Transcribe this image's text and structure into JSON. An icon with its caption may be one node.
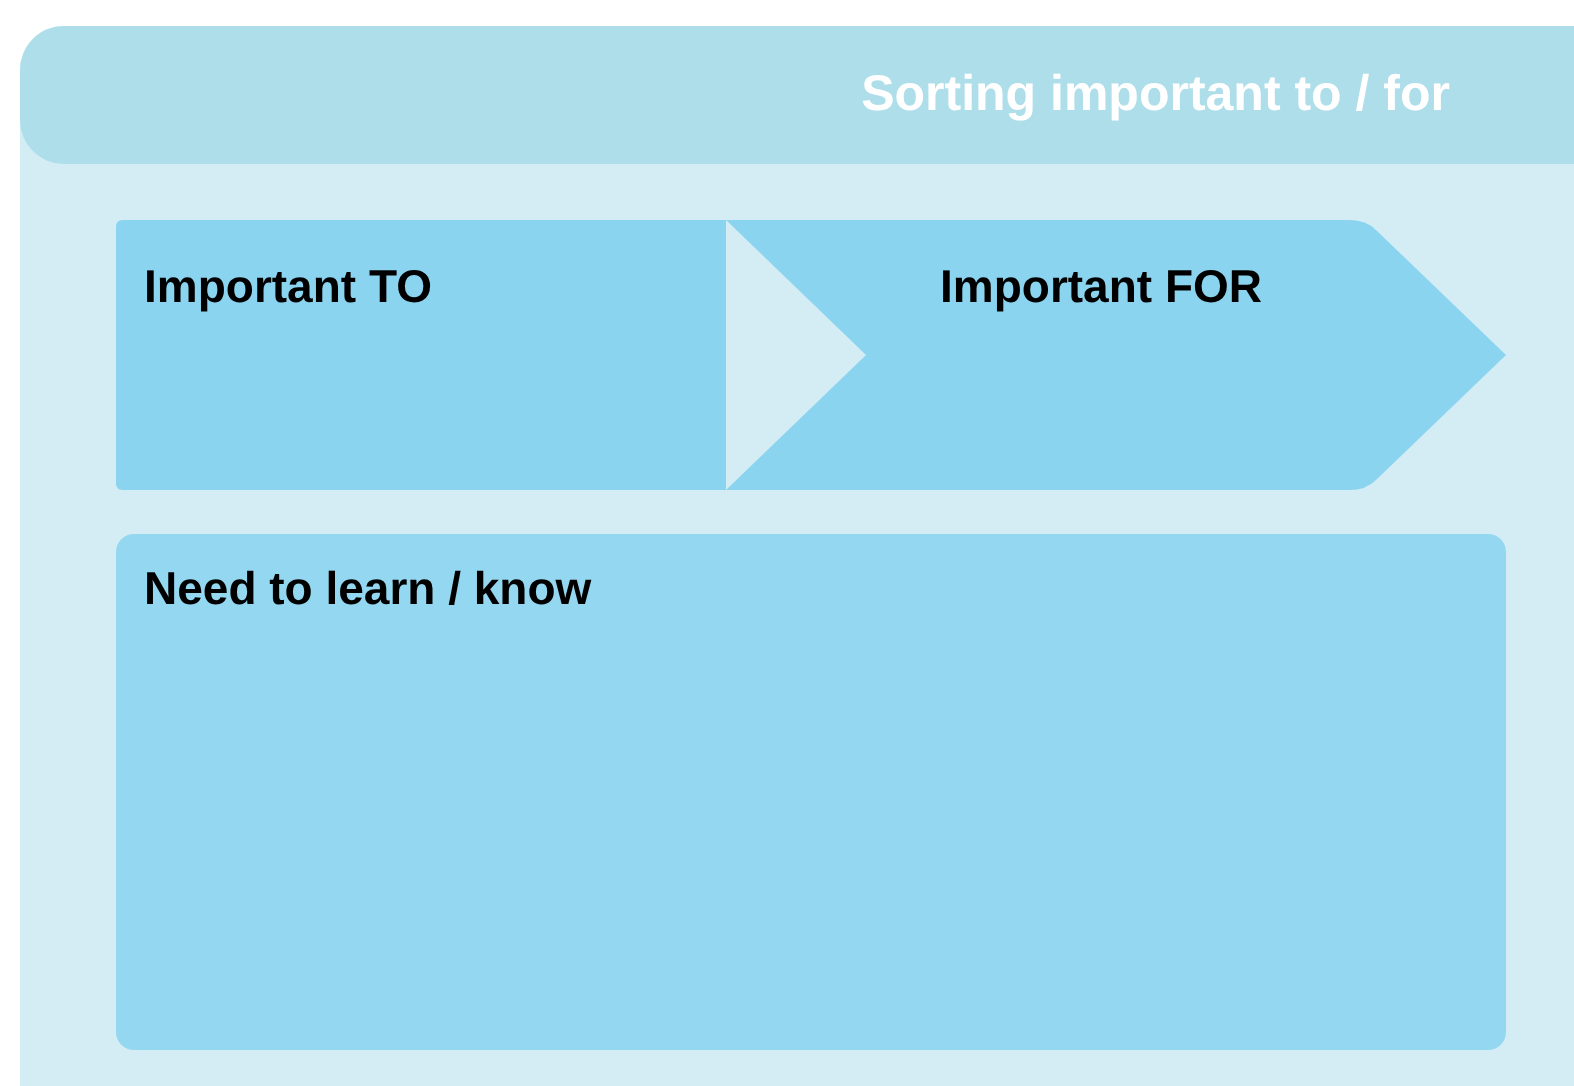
{
  "diagram": {
    "nodes": [
      {
        "text": [
          "Sorting important to / for"
        ]
      },
      {
        "text": [
          "Important TO"
        ],
        "in": 0
      },
      {
        "text": [
          "Important FOR"
        ],
        "in": 0
      },
      {
        "text": [
          "Need to learn / know"
        ],
        "in": 0
      }
    ]
  }
}
